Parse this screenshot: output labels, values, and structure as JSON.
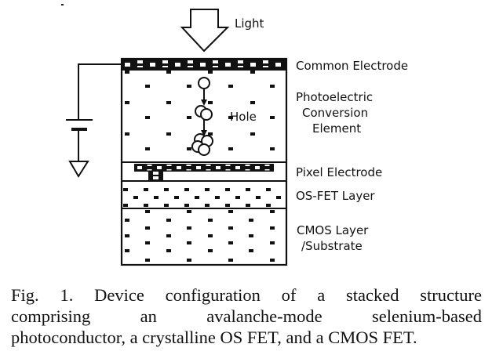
{
  "figure": {
    "light_label": "Light",
    "hole_label": "Hole",
    "layers": [
      {
        "id": "common-electrode",
        "label_lines": [
          "Common Electrode"
        ]
      },
      {
        "id": "photoelectric-conversion-element",
        "label_lines": [
          "Photoelectric",
          "Conversion",
          "Element"
        ]
      },
      {
        "id": "pixel-electrode",
        "label_lines": [
          "Pixel Electrode"
        ]
      },
      {
        "id": "os-fet-layer",
        "label_lines": [
          "OS-FET Layer"
        ]
      },
      {
        "id": "cmos-layer",
        "label_lines": [
          "CMOS Layer",
          "/Substrate"
        ]
      }
    ],
    "icons": {
      "light_arrow": "down-arrow-icon",
      "battery": "battery-icon",
      "ground": "ground-icon"
    },
    "hole_stages": [
      1,
      2,
      4
    ]
  },
  "caption": {
    "lines": [
      "Fig. 1. Device configuration of a stacked structure",
      "comprising an avalanche-mode selenium-based",
      "photoconductor, a crystalline OS FET, and a CMOS FET."
    ]
  }
}
